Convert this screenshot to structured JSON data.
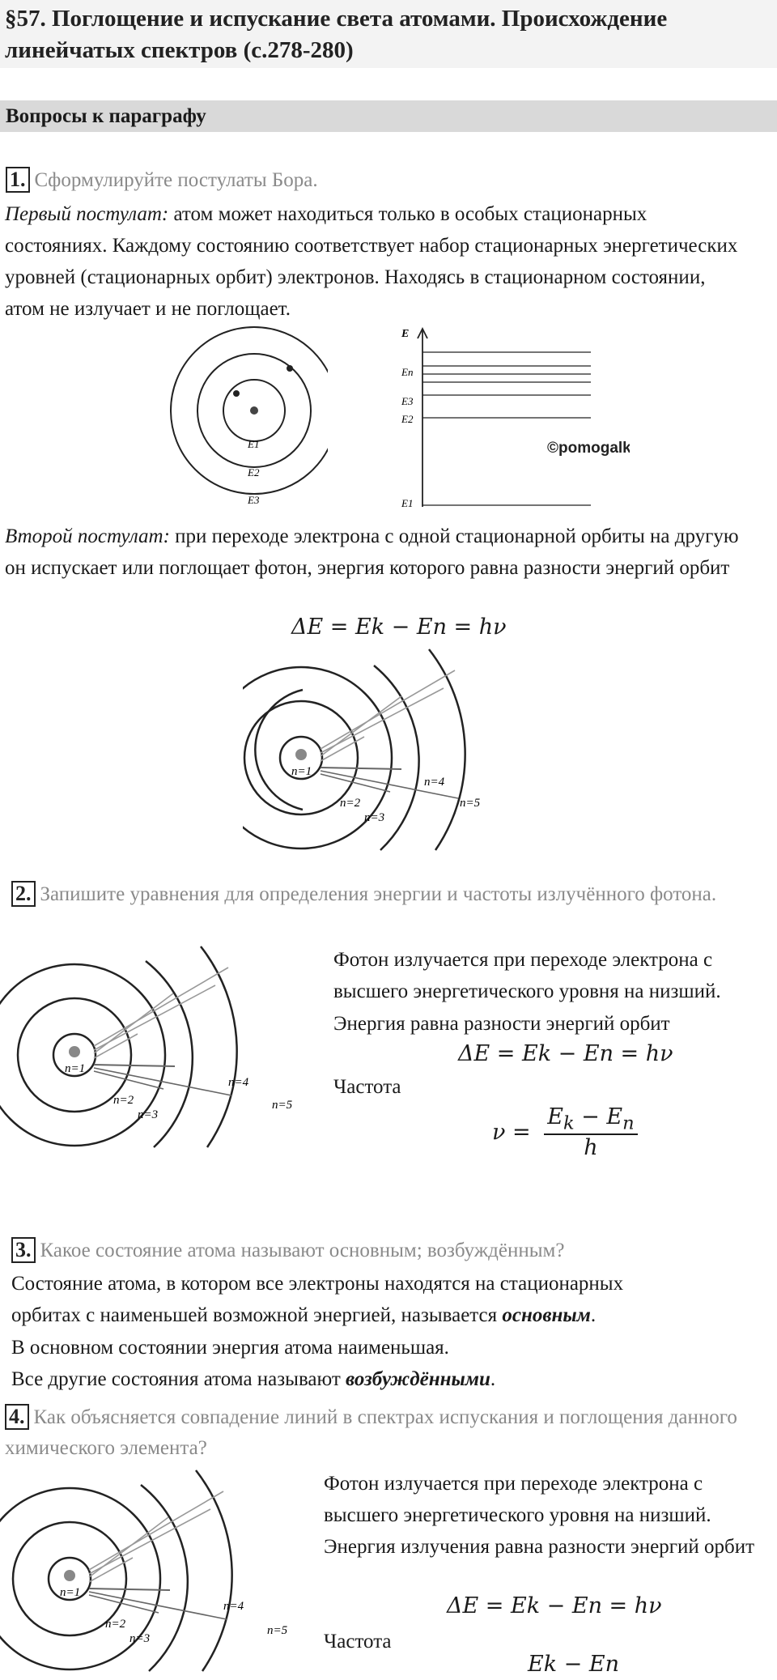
{
  "header": {
    "title": "§57. Поглощение и испускание света атомами. Происхождение линейчатых спектров (с.278-280)",
    "section": "Вопросы к параграфу"
  },
  "q1": {
    "number": "1.",
    "question": "Сформулируйте постулаты Бора.",
    "p1_label": "Первый постулат:",
    "p1_text": " атом может находиться только в особых стационарных состояниях. Каждому состоянию соответствует набор стационарных энергетических уровней (стационарных орбит) электронов. Находясь в стационарном состоянии, атом не излучает и не поглощает.",
    "orbit_labels": [
      "E1",
      "E2",
      "E3"
    ],
    "level_labels": [
      "E",
      "En",
      "E3",
      "E2",
      "E1"
    ],
    "watermark": "©pomogalka.me",
    "p2_label": "Второй постулат:",
    "p2_text": " при переходе электрона с одной стационарной орбиты на другую он испускает или поглощает фотон, энергия которого равна разности энергий орбит",
    "formula": "ΔE = Ek − En = hν"
  },
  "diagram_labels": [
    "n=1",
    "n=2",
    "n=3",
    "n=4",
    "n=5"
  ],
  "q2": {
    "number": "2.",
    "question": "Запишите уравнения для определения энергии и частоты излучённого фотона.",
    "text1": "Фотон излучается при переходе электрона с высшего энергетического уровня на низший.",
    "text2": "Энергия равна разности энергий орбит",
    "formula": "ΔE = Ek − En = hν",
    "freq_label": "Частота",
    "freq_formula": "ν = (Ek − En)/h"
  },
  "q3": {
    "number": "3.",
    "question": "Какое состояние атома называют основным; возбуждённым?",
    "line1": "Состояние атома, в котором все электроны находятся на стационарных",
    "line2a": "орбитах с наименьшей возможной энергией, называется ",
    "line2b": "основным",
    "line3": "В основном состоянии энергия атома наименьшая.",
    "line4a": "Все другие состояния атома называют ",
    "line4b": "возбуждёнными"
  },
  "q4": {
    "number": "4.",
    "question": "Как объясняется совпадение линий в спектрах испускания и поглощения данного химического элемента?",
    "text1": "Фотон излучается при переходе электрона с высшего энергетического уровня на низший.",
    "text2": "Энергия излучения равна разности энергий орбит",
    "formula": "ΔE = Ek − En = hν",
    "freq_label": "Частота",
    "freq_numerator": "Ek − En"
  }
}
